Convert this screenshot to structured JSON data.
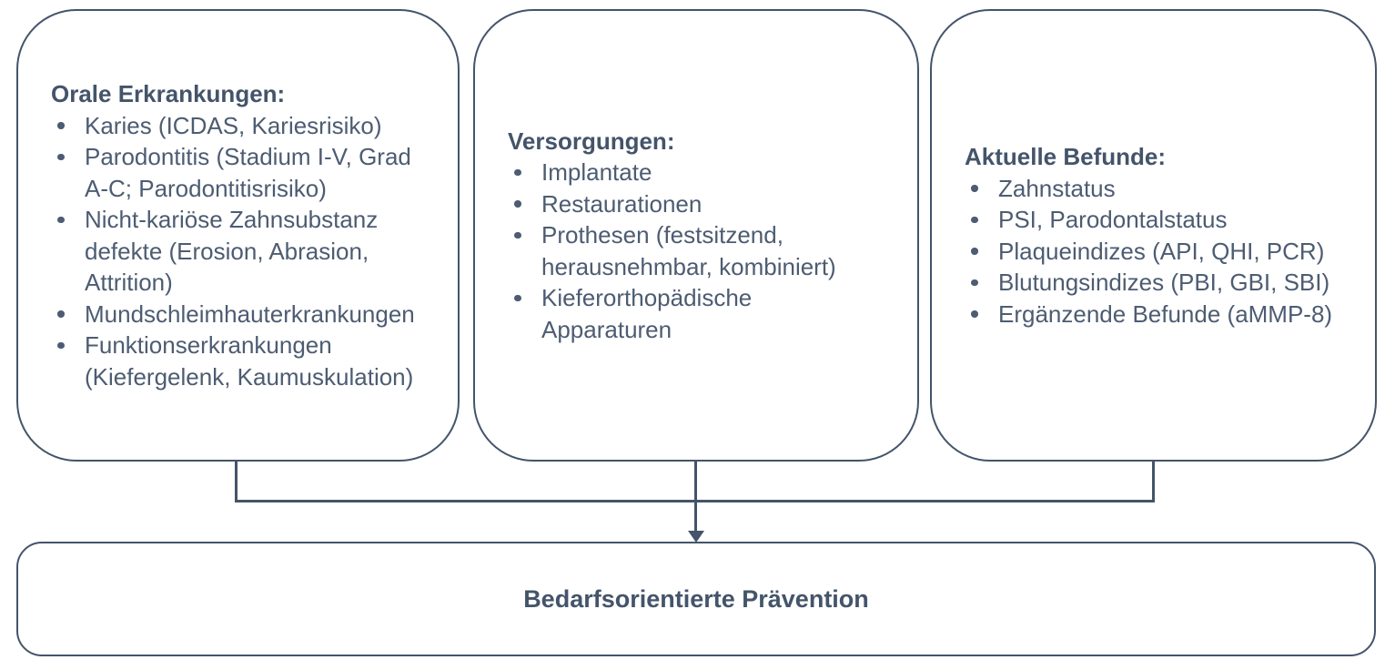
{
  "diagram": {
    "colors": {
      "accent": "#44546A",
      "body_text": "#4d5c72",
      "background": "#ffffff"
    },
    "boxes": [
      {
        "title": "Orale Erkrankungen:",
        "items": [
          "Karies (ICDAS, Kariesrisiko)",
          "Parodontitis (Stadium I-V, Grad\nA-C; Parodontitisrisiko)",
          "Nicht-kariöse Zahnsubstanz\ndefekte (Erosion, Abrasion,\nAttrition)",
          "Mundschleimhauterkrankungen",
          "Funktionserkrankungen\n(Kiefergelenk, Kaumuskulation)"
        ]
      },
      {
        "title": "Versorgungen:",
        "items": [
          "Implantate",
          "Restaurationen",
          "Prothesen (festsitzend,\nherausnehmbar, kombiniert)",
          "Kieferorthopädische\nApparaturen"
        ]
      },
      {
        "title": "Aktuelle Befunde:",
        "items": [
          "Zahnstatus",
          "PSI, Parodontalstatus",
          "Plaqueindizes (API, QHI, PCR)",
          "Blutungsindizes (PBI, GBI, SBI)",
          "Ergänzende Befunde (aMMP-8)"
        ]
      }
    ],
    "result_box": {
      "label": "Bedarfsorientierte Prävention"
    }
  }
}
